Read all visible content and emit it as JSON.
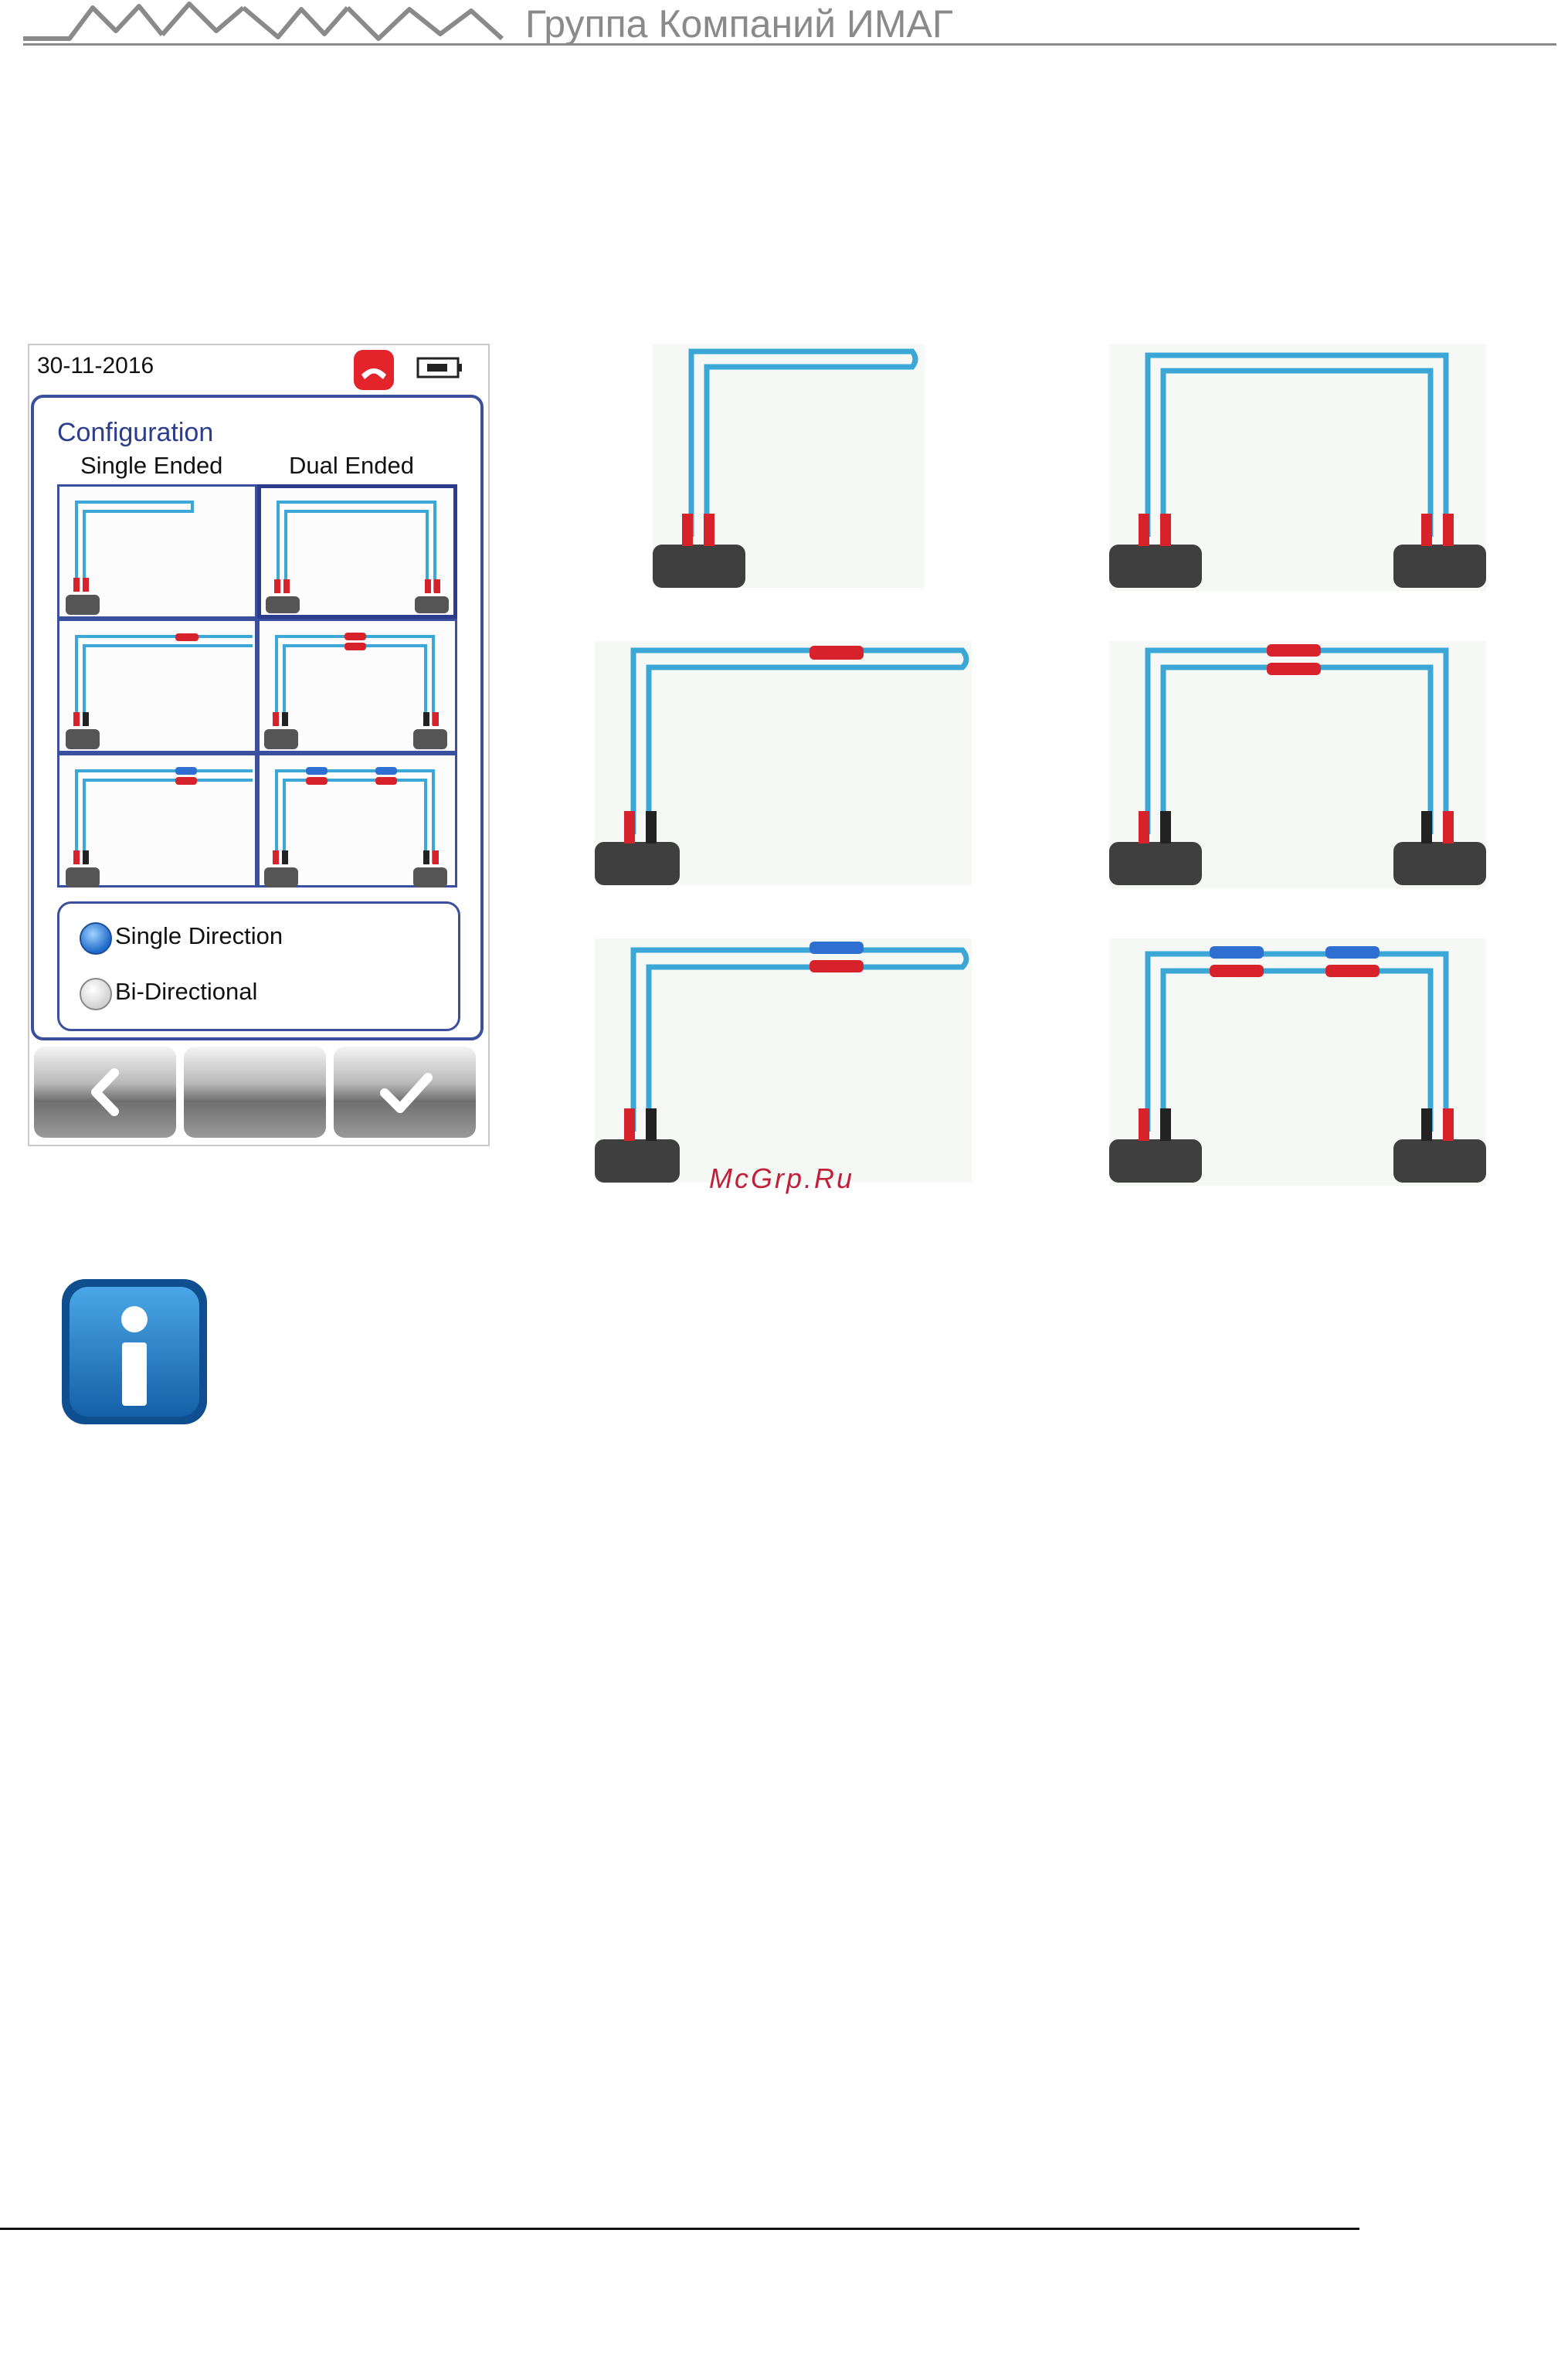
{
  "header": {
    "company": "Группа Компаний ИМАГ"
  },
  "device": {
    "status_bar": {
      "date": "30-11-2016",
      "icons": [
        "phone-hangup-icon",
        "battery-icon"
      ]
    },
    "config": {
      "title": "Configuration",
      "column_single": "Single Ended",
      "column_dual": "Dual Ended",
      "options": [
        {
          "label": "Single Direction",
          "selected": true
        },
        {
          "label": "Bi-Directional",
          "selected": false
        }
      ]
    },
    "softkeys": [
      "back-chevron-icon",
      "blank",
      "checkmark-icon"
    ]
  },
  "watermark": {
    "text": "McGrp.Ru"
  },
  "info": {
    "icon": "info-icon"
  },
  "colors": {
    "cable": "#3aa7d6",
    "connector_red": "#d7212b",
    "frame_blue": "#3a4f9e",
    "logo_gray": "#8a8a8a"
  }
}
